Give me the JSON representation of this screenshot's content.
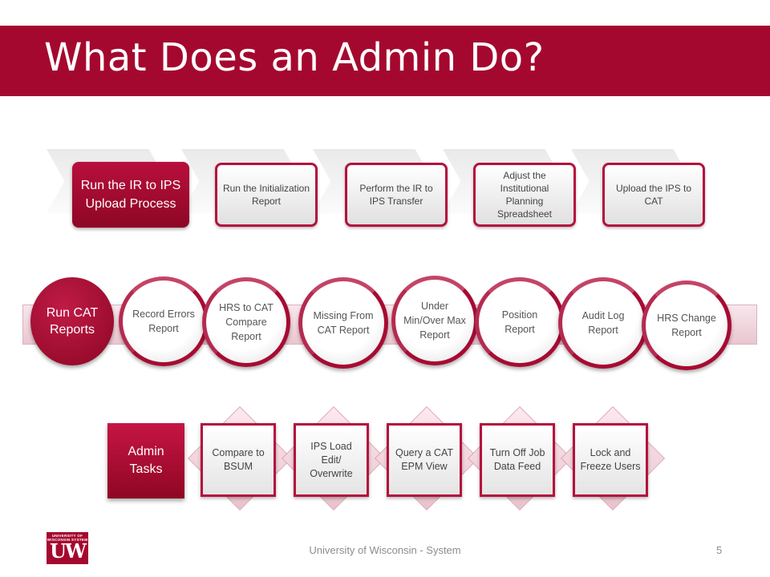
{
  "slide": {
    "title": "What Does an Admin Do?",
    "footer": "University of Wisconsin - System",
    "page_number": "5",
    "logo": {
      "line1": "UNIVERSITY OF",
      "line2": "WISCONSIN SYSTEM",
      "mark": "UW"
    }
  },
  "process": {
    "main": "Run the IR to IPS Upload Process",
    "steps": [
      "Run the Initialization Report",
      "Perform the IR to IPS Transfer",
      "Adjust the Institutional Planning Spreadsheet",
      "Upload the IPS to CAT"
    ]
  },
  "reports": {
    "main": "Run CAT Reports",
    "items": [
      "Record Errors Report",
      "HRS to CAT Compare Report",
      "Missing From CAT Report",
      "Under Min/Over Max Report",
      "Position Report",
      "Audit Log Report",
      "HRS Change Report"
    ]
  },
  "admin": {
    "main": "Admin Tasks",
    "items": [
      "Compare to BSUM",
      "IPS Load Edit/ Overwrite",
      "Query a CAT EPM View",
      "Turn Off Job Data Feed",
      "Lock and Freeze Users"
    ]
  },
  "colors": {
    "accent": "#a5082f",
    "footer_text": "#8c8c8c"
  }
}
